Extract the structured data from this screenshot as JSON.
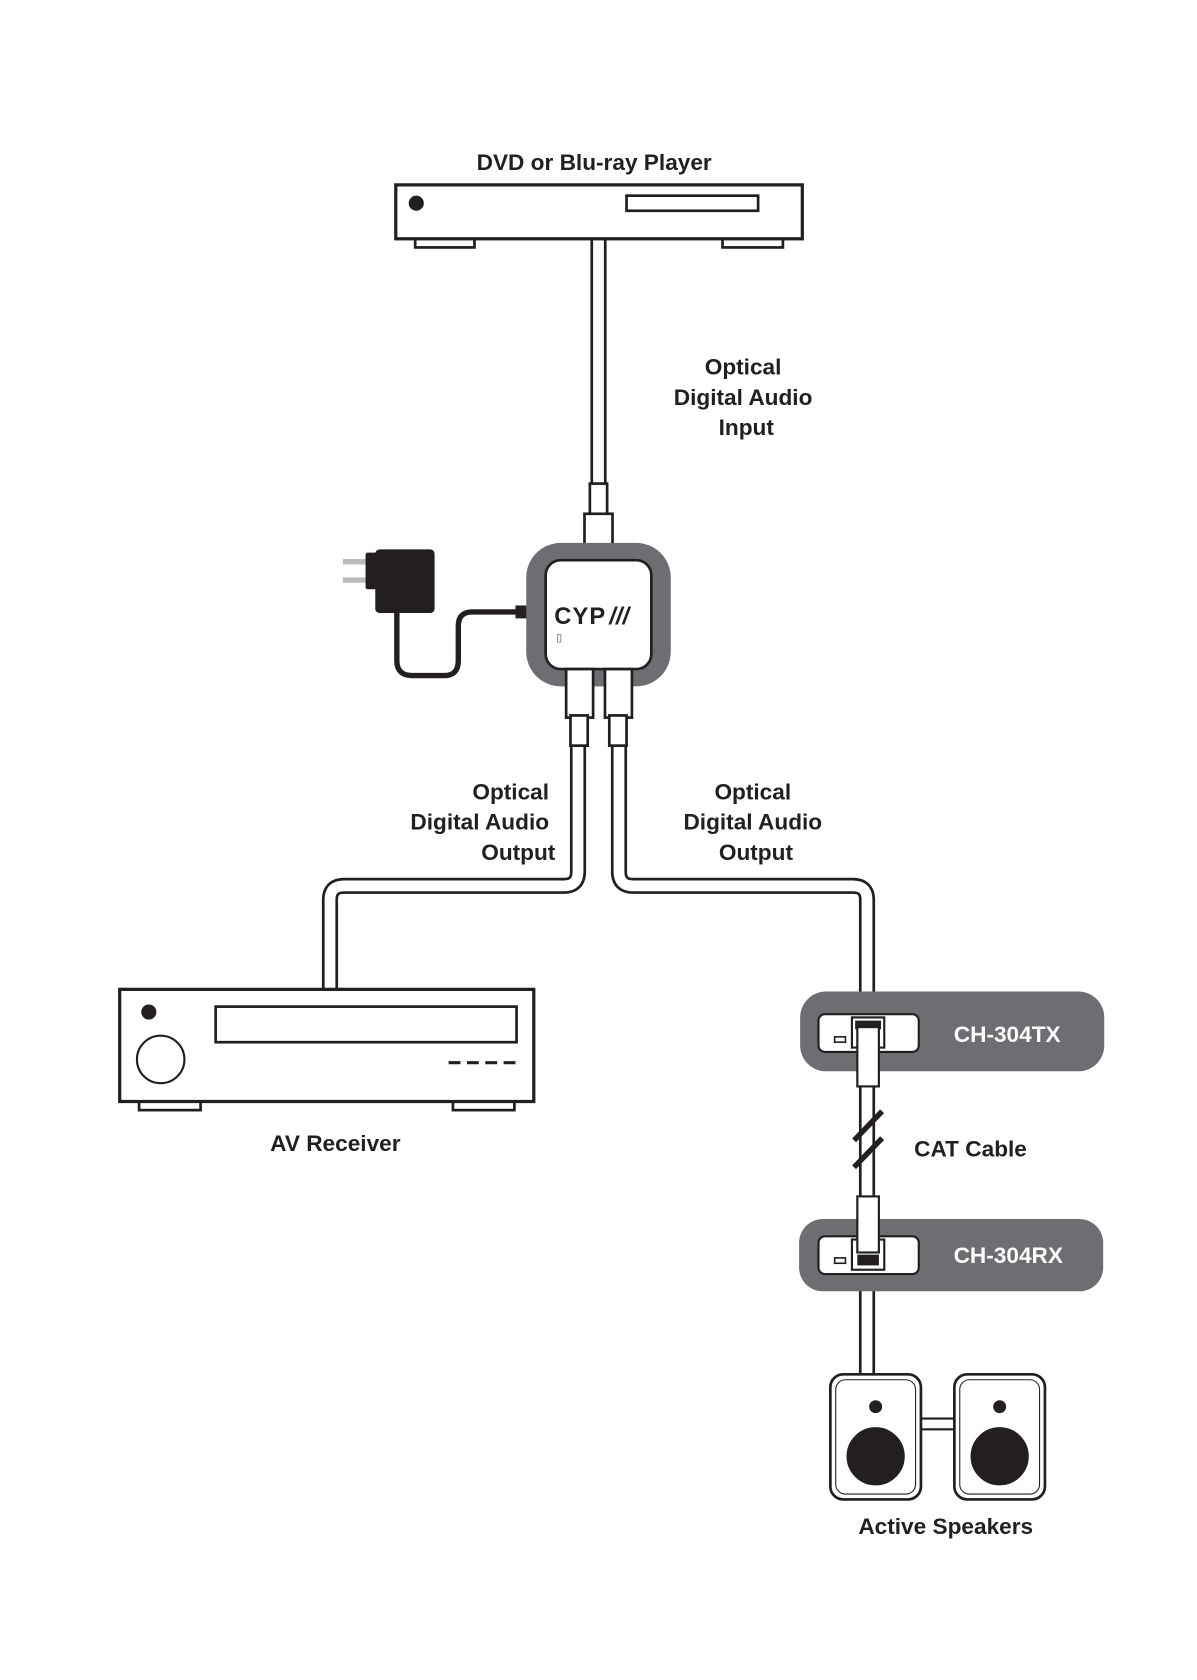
{
  "title": "DVD or Blu-ray Player",
  "labels": {
    "input": [
      "Optical",
      "Digital Audio",
      "Input"
    ],
    "output_left": [
      "Optical",
      "Digital Audio",
      "Output"
    ],
    "output_right": [
      "Optical",
      "Digital Audio",
      "Output"
    ],
    "av_receiver": "AV Receiver",
    "cat_cable": "CAT Cable",
    "speakers": "Active Speakers"
  },
  "devices": {
    "transmitter": "CH-304TX",
    "receiver": "CH-304RX",
    "splitter_logo": "CYP"
  },
  "colors": {
    "device_gray": "#6d6e71",
    "line": "#231f20"
  }
}
